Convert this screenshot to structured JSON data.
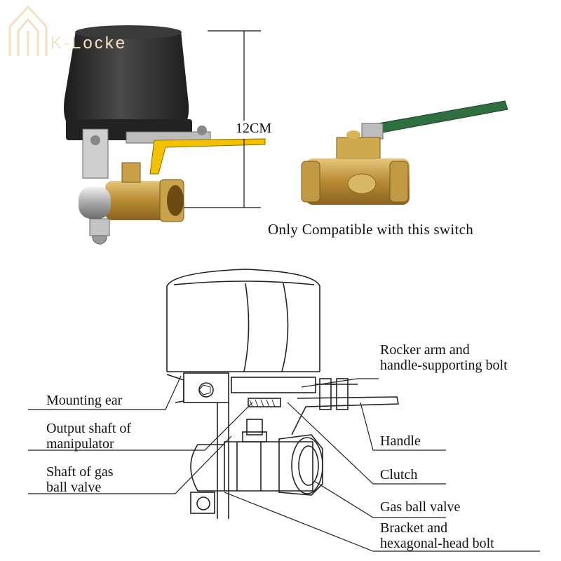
{
  "watermark": "K-Locke",
  "top": {
    "dimension_label": "12CM",
    "caption": "Only Compatible with this switch"
  },
  "callouts": {
    "mounting_ear": "Mounting ear",
    "output_shaft": [
      "Output shaft of",
      "manipulator"
    ],
    "shaft_gas": [
      "Shaft of gas",
      "ball valve"
    ],
    "rocker": [
      "Rocker arm and",
      "handle-supporting bolt"
    ],
    "handle": "Handle",
    "clutch": "Clutch",
    "gas_valve": "Gas ball valve",
    "bracket": [
      "Bracket and",
      "hexagonal-head bolt"
    ]
  },
  "colors": {
    "actuator_cap": "#2b2b2b",
    "brass": "#c9a24a",
    "handle_yellow": "#f2c200",
    "handle_green": "#2f6e3f",
    "watermark": "#f3e2c5"
  }
}
